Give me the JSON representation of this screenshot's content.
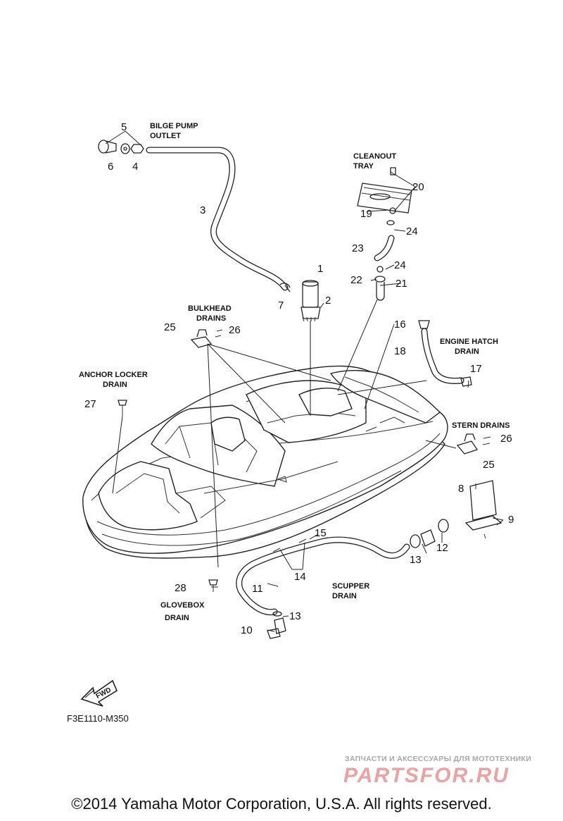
{
  "labels": {
    "bilge_pump_outlet": [
      "BILGE PUMP",
      "OUTLET"
    ],
    "cleanout_tray": [
      "CLEANOUT",
      "TRAY"
    ],
    "bulkhead_drains": [
      "BULKHEAD",
      "DRAINS"
    ],
    "engine_hatch_drain": [
      "ENGINE HATCH",
      "DRAIN"
    ],
    "anchor_locker_drain": [
      "ANCHOR LOCKER",
      "DRAIN"
    ],
    "stern_drains": [
      "STERN DRAINS"
    ],
    "scupper_drain": [
      "SCUPPER",
      "DRAIN"
    ],
    "glovebox_drain": [
      "GLOVEBOX",
      "DRAIN"
    ]
  },
  "callouts": {
    "c1": "1",
    "c2": "2",
    "c3": "3",
    "c4": "4",
    "c5": "5",
    "c6": "6",
    "c7": "7",
    "c8": "8",
    "c9": "9",
    "c10": "10",
    "c11": "11",
    "c12": "12",
    "c13a": "13",
    "c13b": "13",
    "c14": "14",
    "c15": "15",
    "c16": "16",
    "c17": "17",
    "c18": "18",
    "c19": "19",
    "c20": "20",
    "c21": "21",
    "c22": "22",
    "c23": "23",
    "c24a": "24",
    "c24b": "24",
    "c25a": "25",
    "c25b": "25",
    "c26a": "26",
    "c26b": "26",
    "c27": "27",
    "c28": "28"
  },
  "fwd_label": "FWD",
  "diagram_code": "F3E1110-M350",
  "watermark": {
    "tagline": "ЗАПЧАСТИ И АКСЕССУАРЫ ДЛЯ МОТОТЕХНИКИ",
    "brand": "PARTSFOR.RU"
  },
  "copyright": "©2014 Yamaha Motor Corporation, U.S.A. All rights reserved."
}
